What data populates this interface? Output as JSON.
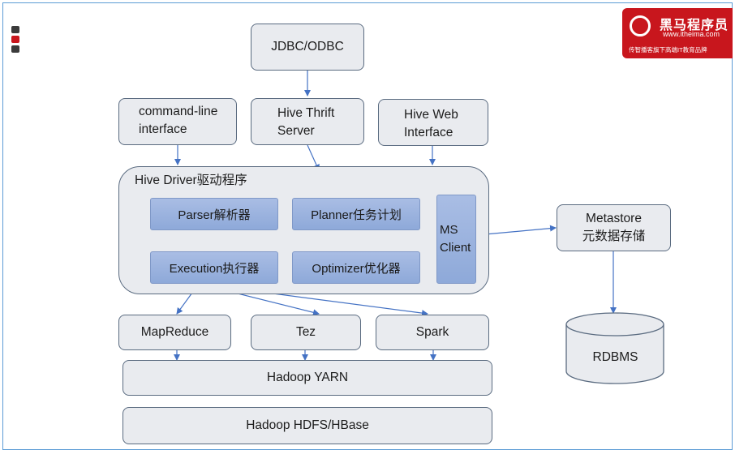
{
  "logo": {
    "name": "黑马程序员",
    "url": "www.itheima.com",
    "slogan": "传智播客旗下高端IT教育品牌"
  },
  "colors": {
    "box_fill": "#e9ebef",
    "box_border": "#5a6b80",
    "inner_fill": "#9fb5e0",
    "arrow": "#4472c4",
    "logo_red": "#c8161d",
    "frame": "#5b9bd5"
  },
  "top": {
    "jdbc": "JDBC/ODBC"
  },
  "clients": {
    "cli_line1": "command-line",
    "cli_line2": "interface",
    "thrift_line1": "Hive Thrift",
    "thrift_line2": "Server",
    "web_line1": "Hive Web",
    "web_line2": "Interface"
  },
  "driver": {
    "title": "Hive Driver驱动程序",
    "parser": "Parser解析器",
    "planner": "Planner任务计划",
    "execution": "Execution执行器",
    "optimizer": "Optimizer优化器",
    "ms_line1": "MS",
    "ms_line2": "Client"
  },
  "metastore": {
    "line1": "Metastore",
    "line2": "元数据存储"
  },
  "engines": {
    "mapreduce": "MapReduce",
    "tez": "Tez",
    "spark": "Spark"
  },
  "yarn": "Hadoop YARN",
  "hdfs": "Hadoop HDFS/HBase",
  "rdbms": "RDBMS"
}
